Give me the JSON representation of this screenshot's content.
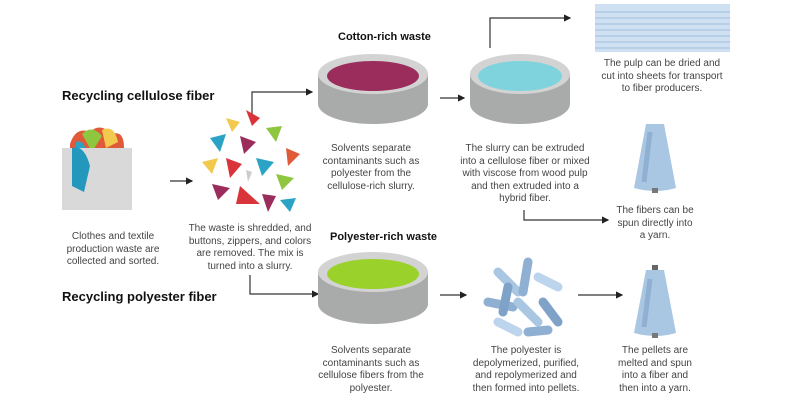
{
  "sections": {
    "cellulose_title": "Recycling cellulose fiber",
    "polyester_title": "Recycling polyester fiber"
  },
  "labels": {
    "cotton_rich": "Cotton-rich waste",
    "polyester_rich": "Polyester-rich waste"
  },
  "captions": {
    "collect": "Clothes and textile production waste are collected and sorted.",
    "shred": "The waste is shredded, and buttons, zippers, and colors are removed. The mix is turned into a slurry.",
    "cotton_solvent": "Solvents separate contaminants such as polyester from the cellulose-rich slurry.",
    "extrude": "The slurry can be extruded into a cellulose fiber or mixed with viscose from wood pulp and then extruded into a hybrid fiber.",
    "pulp": "The pulp can be dried and cut into sheets for transport to fiber producers.",
    "spun": "The fibers can be spun directly into a yarn.",
    "poly_solvent": "Solvents separate contaminants such as cellulose fibers from the polyester.",
    "depoly": "The polyester is depolymerized, purified, and repolymerized and then formed into pellets.",
    "pellets": "The pellets are melted and spun into a fiber and then into a yarn."
  },
  "colors": {
    "cotton_slurry": "#9b2d5c",
    "cellulose_slurry": "#7fd3dc",
    "polyester_slurry": "#9ad12a",
    "bowl_gray": "#bfc1c0",
    "yarn_blue": "#a9c6e2"
  }
}
